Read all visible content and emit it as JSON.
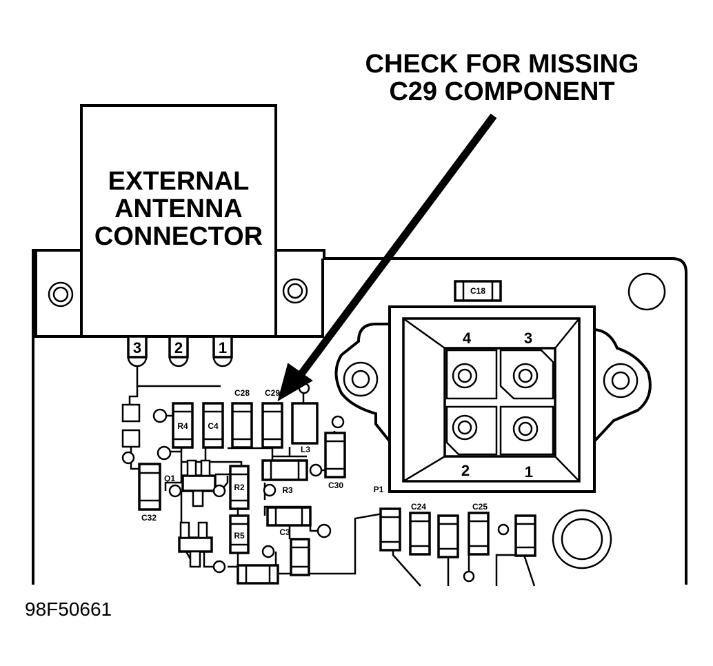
{
  "callout": {
    "line1": "CHECK FOR MISSING",
    "line2": "C29 COMPONENT"
  },
  "connector": {
    "line1": "EXTERNAL",
    "line2": "ANTENNA",
    "line3": "CONNECTOR",
    "pins": [
      "3",
      "2",
      "1"
    ]
  },
  "socket": {
    "pins": [
      "4",
      "3",
      "2",
      "1"
    ]
  },
  "components": {
    "c28": "C28",
    "c29": "C29",
    "r4": "R4",
    "c4": "C4",
    "l3": "L3",
    "q1": "Q1",
    "r2": "R2",
    "r3": "R3",
    "c30": "C30",
    "c32": "C32",
    "r5": "R5",
    "c3": "C3",
    "c18": "C18",
    "p1": "P1",
    "c24": "C24",
    "c25": "C25"
  },
  "figure_id": "98F50661"
}
